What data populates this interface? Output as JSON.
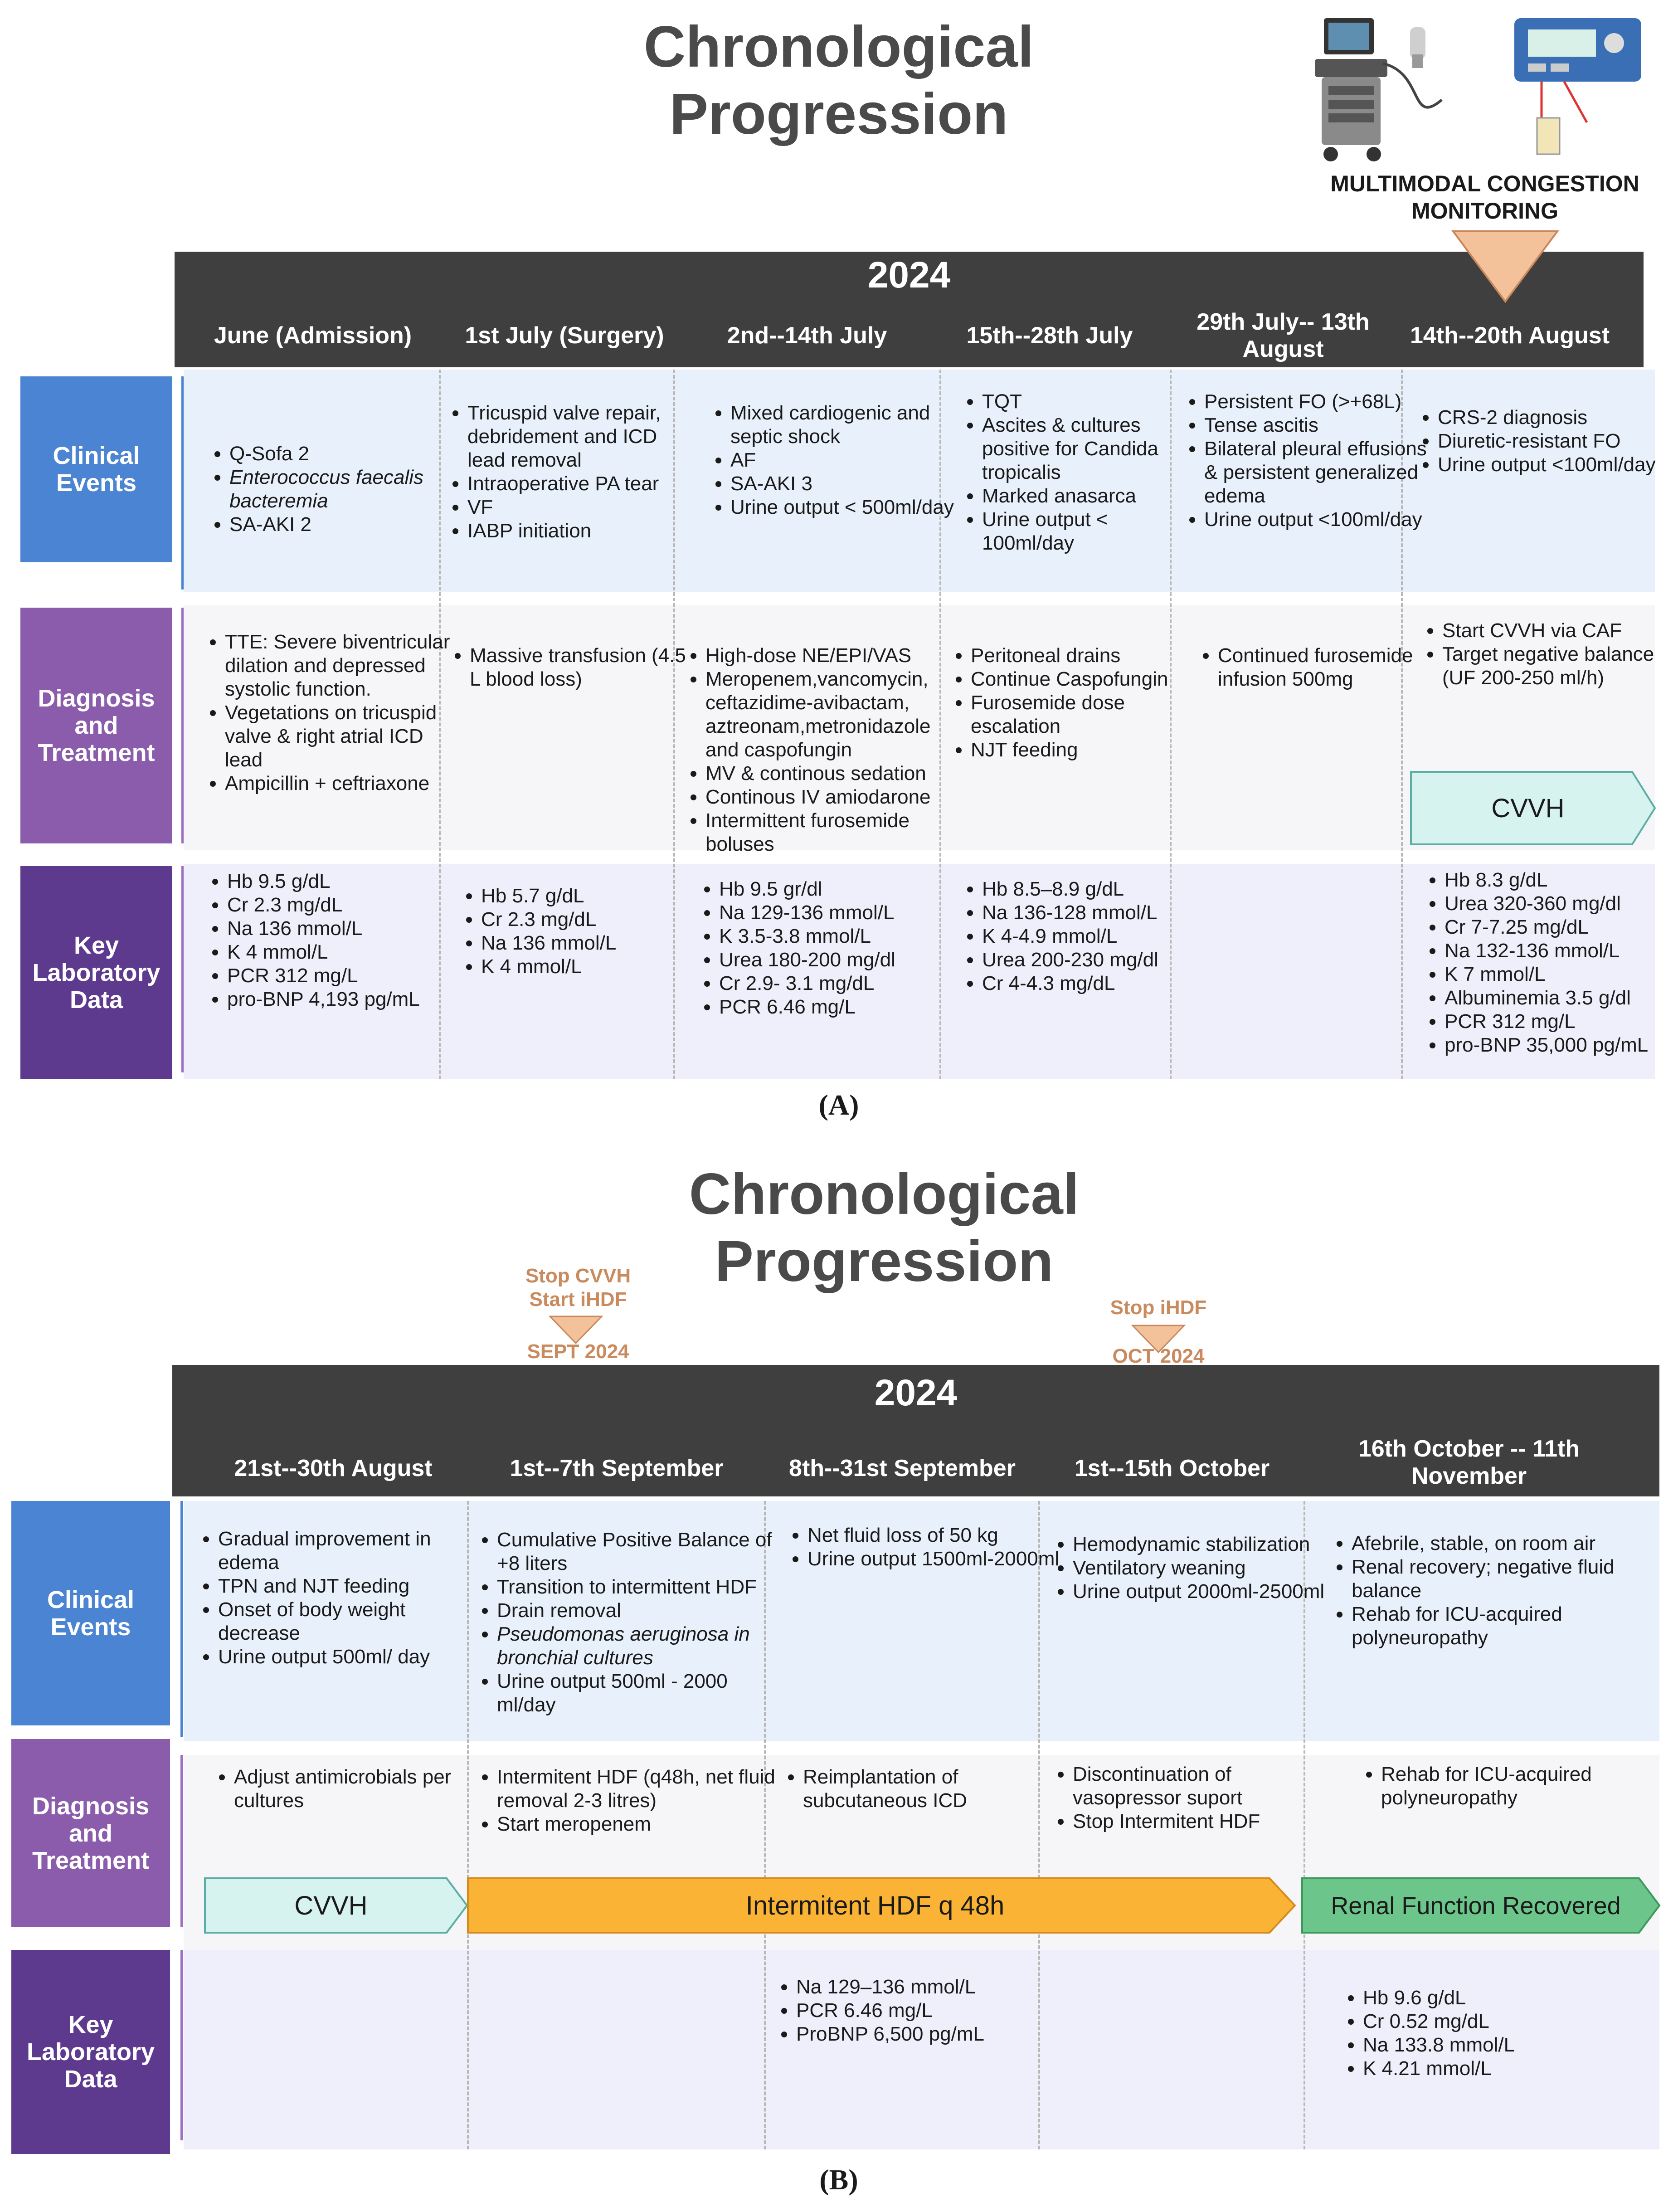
{
  "panelA": {
    "title": [
      "Chronological",
      "Progression"
    ],
    "year": "2024",
    "monitoring_label": [
      "MULTIMODAL CONGESTION",
      "MONITORING"
    ],
    "columns": [
      "June (Admission)",
      "1st July (Surgery)",
      "2nd--14th July",
      "15th--28th July",
      "29th July-- 13th August",
      "14th--20th August"
    ],
    "row_labels": {
      "clinical": "Clinical Events",
      "diagnosis": [
        "Diagnosis",
        "and",
        "Treatment"
      ],
      "lab": [
        "Key",
        "Laboratory",
        "Data"
      ]
    },
    "clinical": [
      [
        "Q-Sofa 2",
        "Enterococcus faecalis bacteremia",
        "SA-AKI 2"
      ],
      [
        "Tricuspid valve repair, debridement and ICD lead removal",
        "Intraoperative PA tear",
        "VF",
        "IABP initiation"
      ],
      [
        "Mixed cardiogenic and septic shock",
        "AF",
        "SA-AKI 3",
        "Urine output < 500ml/day"
      ],
      [
        "TQT",
        "Ascites & cultures positive for Candida tropicalis",
        "Marked anasarca",
        "Urine output < 100ml/day"
      ],
      [
        "Persistent FO (>+68L)",
        "Tense ascitis",
        "Bilateral pleural effusions & persistent generalized edema",
        "Urine output <100ml/day"
      ],
      [
        "CRS-2 diagnosis",
        "Diuretic-resistant FO",
        "Urine output <100ml/day"
      ]
    ],
    "diagnosis": [
      [
        "TTE: Severe biventricular dilation and depressed systolic function.",
        "Vegetations on tricuspid valve & right atrial ICD lead",
        "Ampicillin + ceftriaxone"
      ],
      [
        "Massive transfusion (4.5 L blood loss)"
      ],
      [
        "High-dose NE/EPI/VAS",
        "Meropenem,vancomycin, ceftazidime-avibactam, aztreonam,metronidazole and caspofungin",
        "MV & continous sedation",
        "Continous IV amiodarone",
        "Intermittent furosemide boluses"
      ],
      [
        "Peritoneal drains",
        "Continue Caspofungin",
        "Furosemide dose escalation",
        "NJT feeding"
      ],
      [
        "Continued furosemide infusion 500mg"
      ],
      [
        "Start CVVH via CAF",
        "Target negative balance (UF 200-250 ml/h)"
      ]
    ],
    "cvvh_arrow": "CVVH",
    "lab": [
      [
        "Hb 9.5 g/dL",
        "Cr 2.3 mg/dL",
        "Na 136 mmol/L",
        "K 4 mmol/L",
        "PCR 312 mg/L",
        "pro-BNP 4,193 pg/mL"
      ],
      [
        "Hb 5.7 g/dL",
        "Cr 2.3 mg/dL",
        "Na 136 mmol/L",
        "K 4 mmol/L"
      ],
      [
        "Hb 9.5 gr/dl",
        "Na 129-136 mmol/L",
        "K 3.5-3.8 mmol/L",
        "Urea 180-200 mg/dl",
        "Cr 2.9- 3.1 mg/dL",
        "PCR 6.46 mg/L"
      ],
      [
        "Hb 8.5–8.9 g/dL",
        "Na 136-128 mmol/L",
        "K 4-4.9 mmol/L",
        "Urea 200-230 mg/dl",
        "Cr 4-4.3 mg/dL"
      ],
      [],
      [
        "Hb 8.3 g/dL",
        "Urea 320-360 mg/dl",
        "Cr 7-7.25 mg/dL",
        "Na 132-136 mmol/L",
        "K 7 mmol/L",
        "Albuminemia 3.5 g/dl",
        "PCR 312 mg/L",
        "pro-BNP 35,000 pg/mL"
      ]
    ],
    "caption": "(A)"
  },
  "panelB": {
    "title": [
      "Chronological",
      "Progression"
    ],
    "year": "2024",
    "marker1": [
      "Stop CVVH",
      "Start iHDF",
      "SEPT 2024"
    ],
    "marker2": [
      "Stop iHDF",
      "OCT 2024"
    ],
    "columns": [
      "21st--30th August",
      "1st--7th September",
      "8th--31st September",
      "1st--15th October",
      "16th October -- 11th November"
    ],
    "row_labels": {
      "clinical": "Clinical Events",
      "diagnosis": [
        "Diagnosis",
        "and",
        "Treatment"
      ],
      "lab": [
        "Key",
        "Laboratory",
        "Data"
      ]
    },
    "clinical": [
      [
        "Gradual improvement in edema",
        "TPN and NJT feeding",
        "Onset of body weight decrease",
        "Urine output 500ml/ day"
      ],
      [
        "Cumulative Positive Balance of +8 liters",
        "Transition to intermittent HDF",
        "Drain removal",
        "Pseudomonas aeruginosa in bronchial cultures",
        "Urine output 500ml - 2000 ml/day"
      ],
      [
        "Net fluid loss of 50 kg",
        "Urine output 1500ml-2000ml"
      ],
      [
        "Hemodynamic stabilization",
        "Ventilatory weaning",
        "Urine output 2000ml-2500ml"
      ],
      [
        "Afebrile, stable, on room air",
        "Renal recovery; negative fluid balance",
        "Rehab for ICU-acquired polyneuropathy"
      ]
    ],
    "diagnosis": [
      [
        "Adjust antimicrobials per cultures"
      ],
      [
        "Intermitent HDF (q48h, net fluid removal 2-3 litres)",
        "Start meropenem"
      ],
      [
        "Reimplantation of subcutaneous ICD"
      ],
      [
        "Discontinuation of vasopressor suport",
        "Stop Intermitent HDF"
      ],
      [
        "Rehab for ICU-acquired polyneuropathy"
      ]
    ],
    "arrows": [
      "CVVH",
      "Intermitent HDF q 48h",
      "Renal Function Recovered"
    ],
    "lab": [
      [],
      [],
      [
        "Na 129–136 mmol/L",
        "PCR 6.46 mg/L",
        "ProBNP 6,500 pg/mL"
      ],
      [],
      [
        "Hb 9.6 g/dL",
        "Cr 0.52 mg/dL",
        "Na 133.8 mmol/L",
        "K 4.21 mmol/L"
      ]
    ],
    "caption": "(B)"
  },
  "colors": {
    "year_bar": "#3f3f3f",
    "clinical_label": "#4a84d2",
    "diagnosis_label": "#8a5cab",
    "lab_label": "#5e3a8f",
    "cvvh_arrow": "#d6f3f0",
    "ihdf_arrow": "#fbb335",
    "recovered_arrow": "#6cc58a",
    "marker": "#f3c19a"
  }
}
